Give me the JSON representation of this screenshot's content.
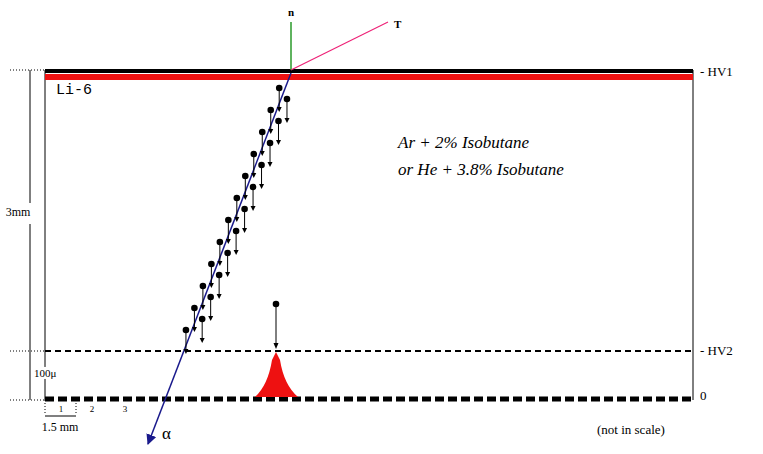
{
  "diagram": {
    "labels": [
      "n",
      "T",
      "Li-6",
      "- HV1",
      "Ar + 2% Isobutane",
      "or He + 3.8% Isobutane",
      "3mm",
      "- HV2",
      "100μ",
      "0",
      "1",
      "2",
      "3",
      "1.5 mm",
      "α",
      "(not in scale)"
    ]
  }
}
